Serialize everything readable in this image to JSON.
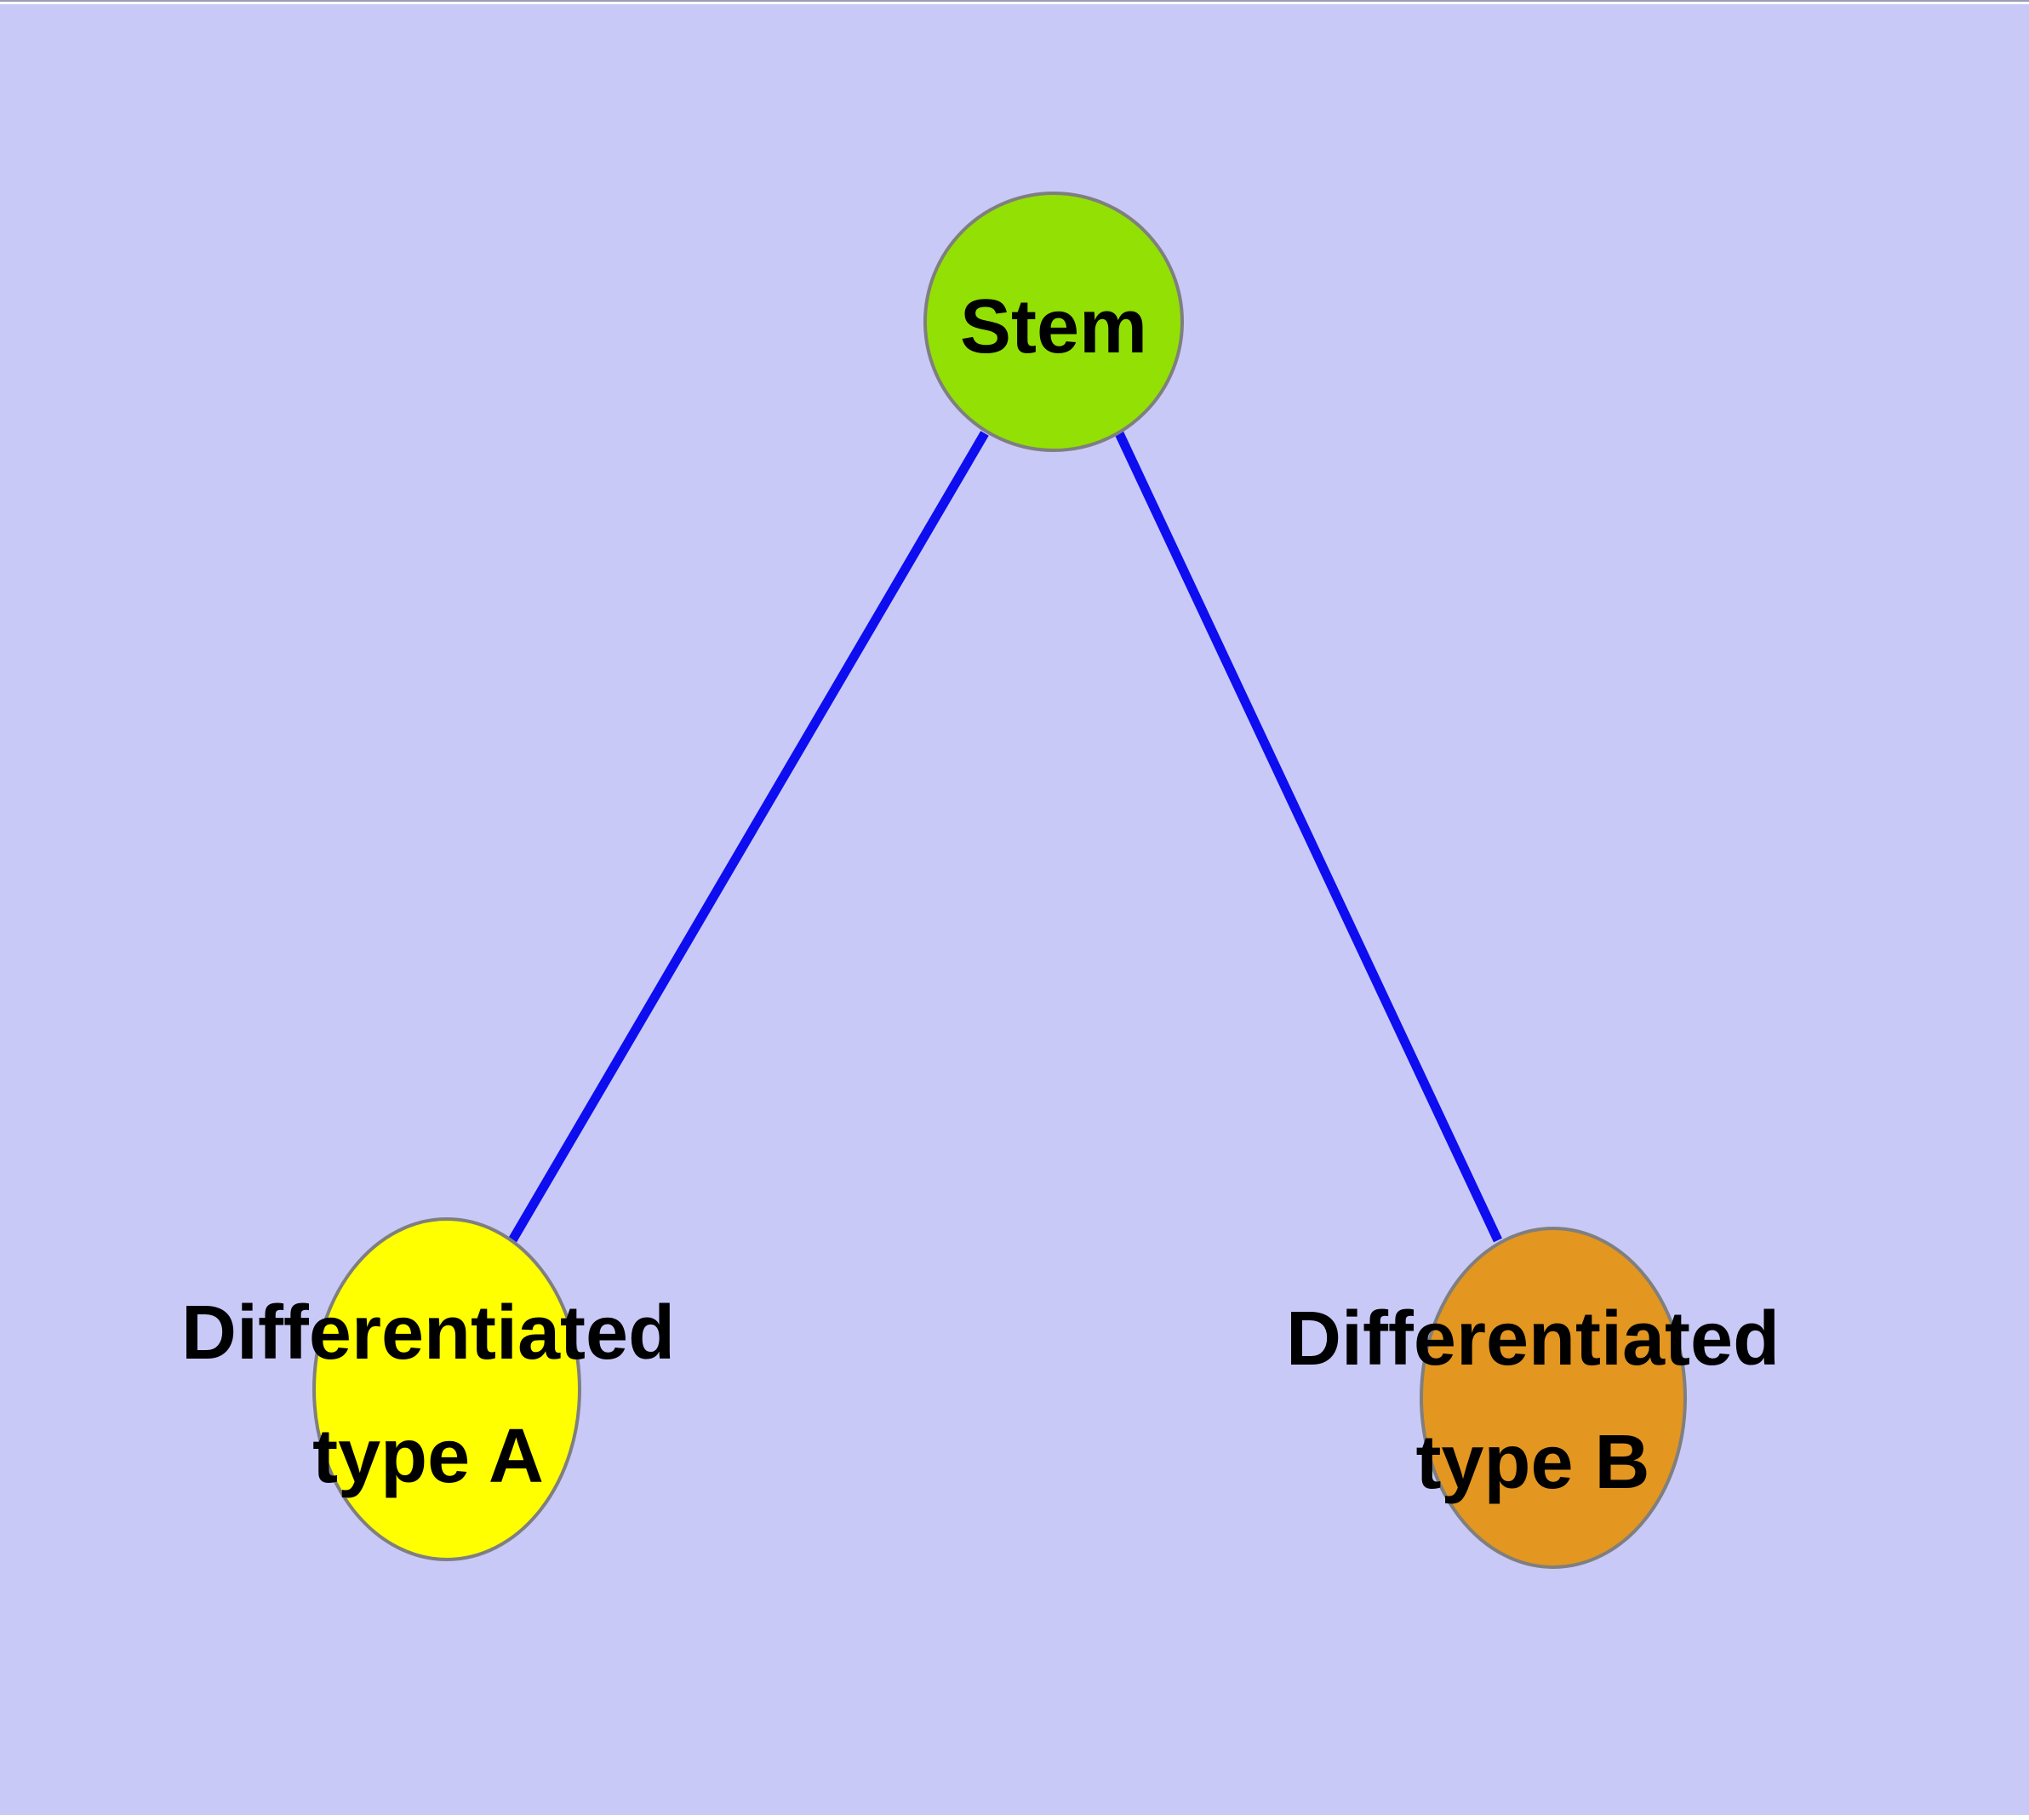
{
  "diagram": {
    "type": "graph",
    "description": "Stem cell differentiation tree: one stem node branching to two differentiated cell type nodes",
    "colors": {
      "canvas_background": "#c9c9f8",
      "edge_blue": "#0d0df0",
      "node_border_gray": "#7f7f7f",
      "label_text": "#000000"
    },
    "nodes": [
      {
        "id": "stem",
        "label": "Stem",
        "shape": "circle",
        "fill": "#93e005",
        "border": "#7f7f7f"
      },
      {
        "id": "type_a",
        "label_line1": "Differentiated",
        "label_line2": "type A",
        "shape": "ellipse",
        "fill": "#ffff00",
        "border": "#7f7f7f"
      },
      {
        "id": "type_b",
        "label_line1": "Differentiated",
        "label_line2": "type B",
        "shape": "ellipse",
        "fill": "#e39620",
        "border": "#7f7f7f"
      }
    ],
    "edges": [
      {
        "from": "stem",
        "to": "type_a",
        "color": "#0d0df0"
      },
      {
        "from": "stem",
        "to": "type_b",
        "color": "#0d0df0"
      }
    ]
  }
}
